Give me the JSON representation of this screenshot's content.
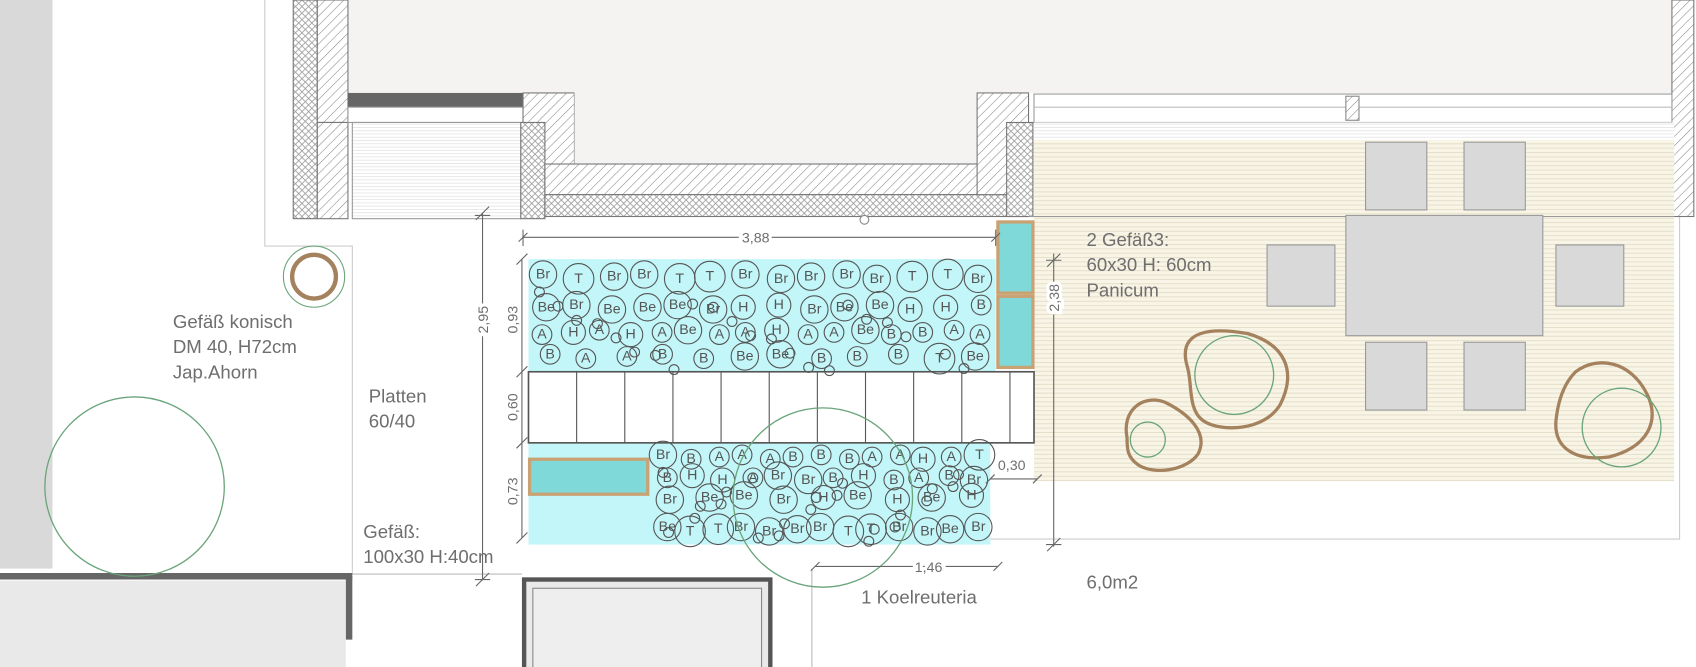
{
  "labels": {
    "maple_pot": [
      "Gefäß konisch",
      "DM 40, H72cm",
      "Jap.Ahorn"
    ],
    "paving": [
      "Platten",
      "60/40"
    ],
    "planter_small": [
      "Gefäß:",
      "100x30 H:40cm"
    ],
    "tree": "1 Koelreuteria",
    "area": "6,0m2",
    "planters_terrace": [
      "2 Gefäß3:",
      "60x30 H: 60cm",
      "Panicum"
    ]
  },
  "dimensions": {
    "bed_width": "3,88",
    "total_depth": "2,95",
    "upper_bed": "0,93",
    "path": "0,60",
    "lower_bed": "0,73",
    "terrace_depth": "2,38",
    "gap": "0,30",
    "lower_width": "1,46"
  },
  "plantings": {
    "upper": [
      [
        "Br",
        "T",
        "Br",
        "Br",
        "T",
        "T",
        "Br",
        "Br",
        "Br",
        "Br",
        "Br",
        "T",
        "T",
        "Br"
      ],
      [
        "Be",
        "Br",
        "Be",
        "Be",
        "Be",
        "Br",
        "H",
        "H",
        "Br",
        "Be",
        "Be",
        "H",
        "H",
        "B"
      ],
      [
        "A",
        "H",
        "A",
        "H",
        "A",
        "Be",
        "A",
        "A",
        "H",
        "A",
        "A",
        "Be",
        "B",
        "B",
        "A",
        "A"
      ],
      [
        "B",
        "A",
        "A",
        "B",
        "B",
        "Be",
        "Be",
        "B",
        "B",
        "B",
        "T",
        "Be"
      ]
    ],
    "lower": [
      [
        "Br",
        "B",
        "A",
        "A",
        "A",
        "B",
        "B",
        "B",
        "A",
        "A",
        "H",
        "A",
        "T"
      ],
      [
        "B",
        "H",
        "H",
        "A",
        "Br",
        "Br",
        "B",
        "H",
        "B",
        "A",
        "B",
        "Br"
      ],
      [
        "Br",
        "Be",
        "Be",
        "Br",
        "H",
        "Be",
        "H",
        "Be",
        "H"
      ],
      [
        "Be",
        "T",
        "T",
        "Br",
        "Br",
        "Br",
        "Br",
        "T",
        "T",
        "Br",
        "Br",
        "Be",
        "Br"
      ]
    ]
  },
  "colors": {
    "bed": "#c2f6f8",
    "planter": "#7fd9d8",
    "planter_rim": "#c9a274",
    "deck": "#f7f2e2",
    "tree_outline": "#6aa57a",
    "pot_brown": "#a5825e"
  }
}
